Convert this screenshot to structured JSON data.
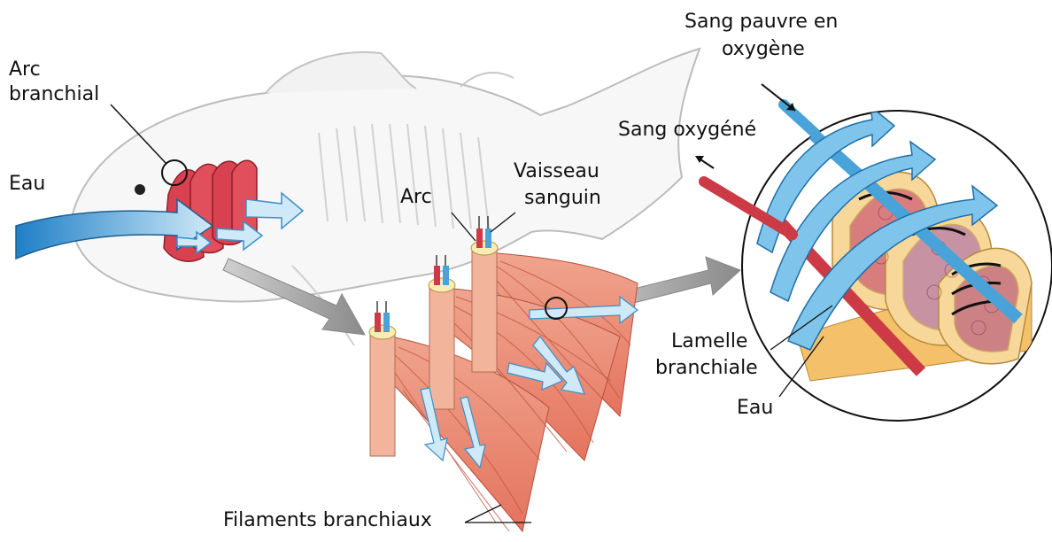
{
  "labels": {
    "arc_branchial_line1": "Arc",
    "arc_branchial_line2": "branchial",
    "eau_left": "Eau",
    "arc": "Arc",
    "vaisseau_line1": "Vaisseau",
    "vaisseau_line2": "sanguin",
    "sang_pauvre_line1": "Sang pauvre en",
    "sang_pauvre_line2": "oxygène",
    "sang_oxygene": "Sang oxygéné",
    "lamelle_line1": "Lamelle",
    "lamelle_line2": "branchiale",
    "eau_right": "Eau",
    "filaments": "Filaments branchiaux"
  },
  "colors": {
    "water": "#6bb3e0",
    "water_dark": "#2a86c8",
    "gill_red": "#d63a4a",
    "filament": "#e6806a",
    "arc_yellow": "#f6e6a0",
    "vessel_red": "#cc3b45",
    "vessel_blue": "#4aa3d8",
    "gray_arrow": "#9e9e9e",
    "fish_outline": "#b8b8b8"
  }
}
